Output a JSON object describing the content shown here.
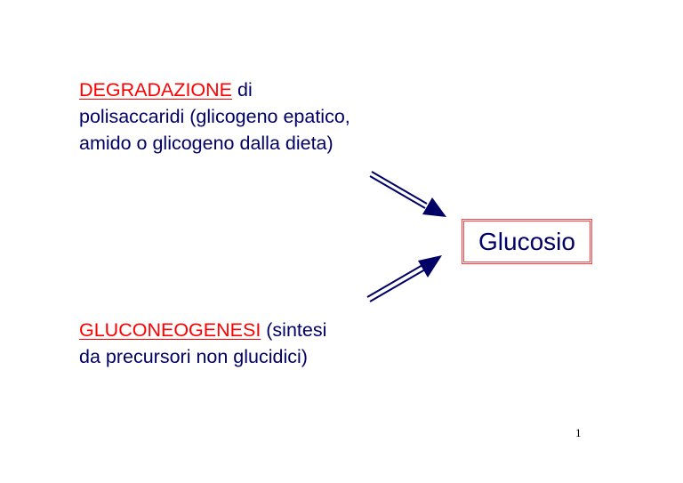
{
  "block1": {
    "highlight": "DEGRADAZIONE",
    "rest": " di",
    "line2": "polisaccaridi (glicogeno epatico,",
    "line3": "amido o glicogeno dalla dieta)"
  },
  "block2": {
    "highlight": "GLUCONEOGENESI",
    "rest": " (sintesi",
    "line2": "da precursori non glucidici)"
  },
  "target": {
    "label": "Glucosio"
  },
  "page_number": "1",
  "colors": {
    "text": "#000066",
    "highlight": "#ff0000",
    "box_border": "#ff4040"
  }
}
